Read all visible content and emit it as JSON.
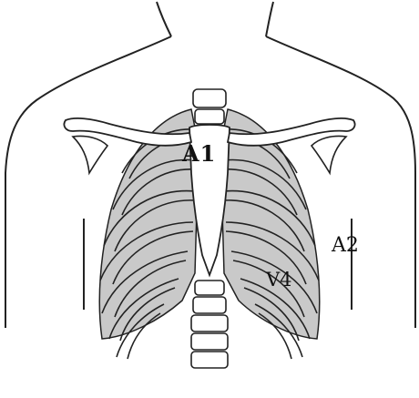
{
  "labels": {
    "a1": "A1",
    "a2": "A2",
    "v4": "V4"
  },
  "colors": {
    "outline": "#222222",
    "bone_fill": "#ffffff",
    "lung_fill": "#c9c9c9",
    "text": "#111111"
  }
}
